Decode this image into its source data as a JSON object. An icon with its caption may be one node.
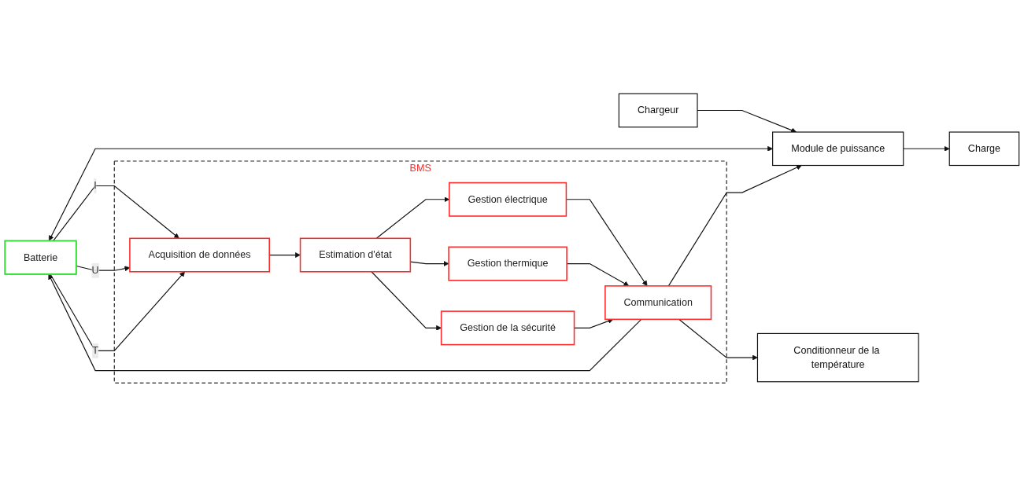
{
  "diagram": {
    "nodes": [
      {
        "text": [
          "Charge"
        ]
      },
      {
        "text": [
          "Chargeur"
        ]
      },
      {
        "text": [
          "Module de puissance"
        ]
      },
      {
        "text": [
          "Conditionneur de la température"
        ]
      },
      {
        "text": [
          "Batterie"
        ]
      },
      {
        "text": [
          "BMS"
        ]
      },
      {
        "text": [
          "Acquisition de données"
        ],
        "in": 5
      },
      {
        "text": [
          "Estimation d'état"
        ],
        "in": 5
      },
      {
        "text": [
          "Gestion électrique"
        ],
        "in": 5
      },
      {
        "text": [
          "Gestion thermique"
        ],
        "in": 5
      },
      {
        "text": [
          "Gestion de la sécurité"
        ],
        "in": 5
      },
      {
        "text": [
          "Communication"
        ],
        "in": 5
      }
    ],
    "edges": [
      {
        "from": 2,
        "to": 0,
        "arrow": "to"
      },
      {
        "from": 1,
        "to": 2,
        "arrow": "to"
      },
      {
        "from": 4,
        "to": 2,
        "arrow": "both"
      },
      {
        "from": 11,
        "to": 2,
        "arrow": "to"
      },
      {
        "from": 11,
        "to": 3,
        "arrow": "to"
      },
      {
        "from": 4,
        "to": 6,
        "label": "I",
        "arrow": "to"
      },
      {
        "from": 4,
        "to": 6,
        "label": "U",
        "arrow": "to"
      },
      {
        "from": 4,
        "to": 6,
        "label": "T",
        "arrow": "to"
      },
      {
        "from": 6,
        "to": 7,
        "arrow": "to"
      },
      {
        "from": 7,
        "to": 8,
        "arrow": "to"
      },
      {
        "from": 7,
        "to": 9,
        "arrow": "to"
      },
      {
        "from": 7,
        "to": 10,
        "arrow": "to"
      },
      {
        "from": 8,
        "to": 11,
        "arrow": "to"
      },
      {
        "from": 9,
        "to": 11,
        "arrow": "to"
      },
      {
        "from": 10,
        "to": 11,
        "arrow": "to"
      },
      {
        "from": 11,
        "to": 4,
        "arrow": "to"
      }
    ]
  }
}
